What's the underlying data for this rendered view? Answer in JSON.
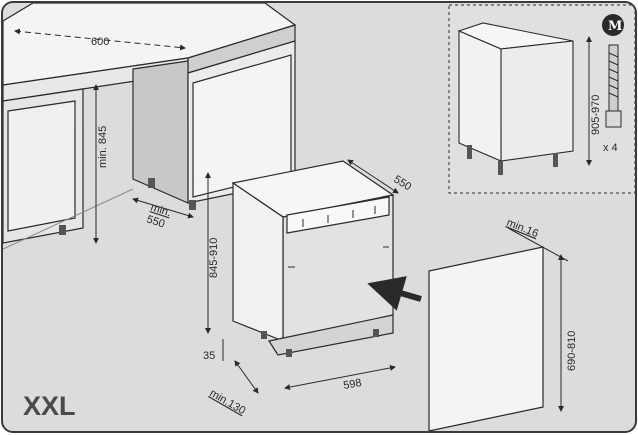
{
  "dimensions": {
    "counter_depth": "600",
    "min_cabinet_height": "min. 845",
    "min_niche_depth_line1": "min.",
    "min_niche_depth_line2": "550",
    "appliance_depth": "550",
    "appliance_height": "845-910",
    "foot_height": "35",
    "min_plinth_gap": "min.130",
    "appliance_width": "598",
    "min_door_thickness": "min.16",
    "door_height": "690-810",
    "inset_height": "905-970"
  },
  "inset": {
    "badge_letter": "M",
    "feet_quantity": "x 4"
  },
  "model_label": "XXL",
  "colors": {
    "background": "#dcdcdc",
    "line": "#2a2a2a",
    "panel_light": "#f4f4f4",
    "panel_shade": "#c8c8c8"
  }
}
